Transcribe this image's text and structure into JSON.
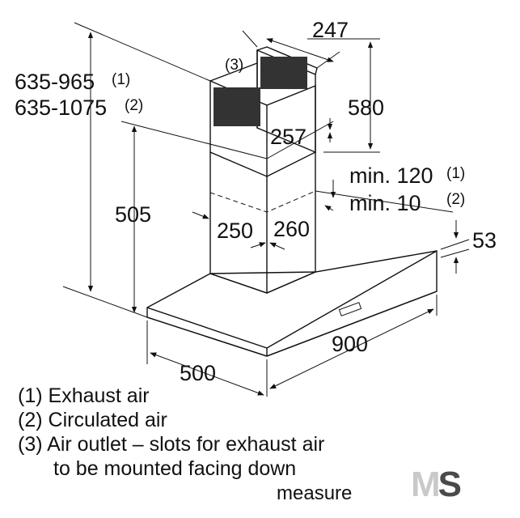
{
  "dimensions": {
    "chimney_depth": "247",
    "chimney_height": "580",
    "chimney_width_top": "257",
    "total_height_exhaust": "635-965",
    "total_height_exhaust_ref": "(1)",
    "total_height_circulated": "635-1075",
    "total_height_circulated_ref": "(2)",
    "callout_3": "(3)",
    "hood_height_505": "505",
    "min_120": "min. 120",
    "min_120_ref": "(1)",
    "min_10": "min. 10",
    "min_10_ref": "(2)",
    "chimney_width_250": "250",
    "chimney_depth_260": "260",
    "canopy_thickness": "53",
    "hood_width": "900",
    "hood_depth": "500"
  },
  "legend": [
    {
      "ref": "(1)",
      "text": "Exhaust air"
    },
    {
      "ref": "(2)",
      "text": "Circulated air"
    },
    {
      "ref": "(3)",
      "text": "Air outlet – slots for exhaust air"
    },
    {
      "ref": "",
      "text": "to be mounted facing down"
    }
  ],
  "footer": {
    "measure_text": "measure",
    "logo_left": "M",
    "logo_right": "S"
  }
}
